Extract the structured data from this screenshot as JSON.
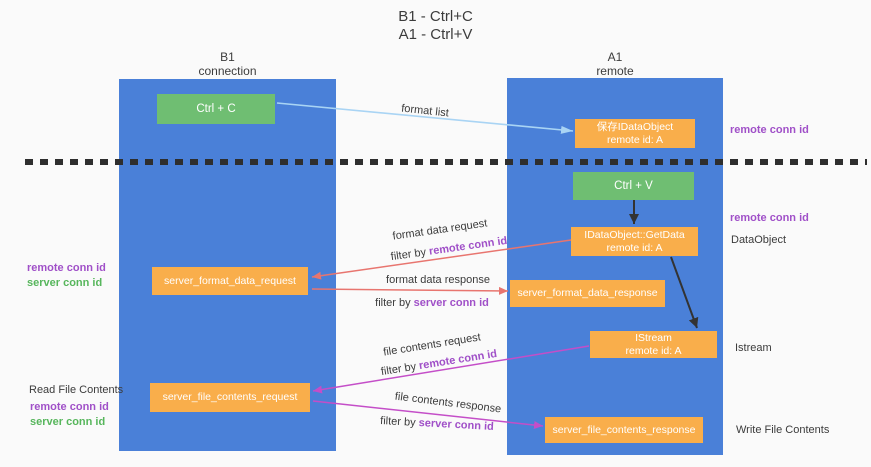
{
  "title": {
    "line1": "B1 - Ctrl+C",
    "line2": "A1 - Ctrl+V"
  },
  "lanes": {
    "left": {
      "title": "B1",
      "subtitle": "connection"
    },
    "right": {
      "title": "A1",
      "subtitle": "remote"
    }
  },
  "boxes": {
    "ctrl_c": {
      "label": "Ctrl + C"
    },
    "ctrl_v": {
      "label": "Ctrl + V"
    },
    "save_dataobject": {
      "line1": "保存IDataObject",
      "line2": "remote id: A"
    },
    "getdata": {
      "line1": "IDataObject::GetData",
      "line2": "remote id: A"
    },
    "istream": {
      "line1": "IStream",
      "line2": "remote id: A"
    },
    "server_format_data_request": {
      "label": "server_format_data_request"
    },
    "server_format_data_response": {
      "label": "server_format_data_response"
    },
    "server_file_contents_request": {
      "label": "server_file_contents_request"
    },
    "server_file_contents_response": {
      "label": "server_file_contents_response"
    }
  },
  "flows": {
    "format_list": {
      "label": "format list"
    },
    "format_request": {
      "label": "format data request",
      "filter_prefix": "filter by ",
      "filter_key": "remote conn id"
    },
    "format_response": {
      "label": "format data response",
      "filter_prefix": "filter by ",
      "filter_key": "server conn id"
    },
    "file_request": {
      "label": "file contents request",
      "filter_prefix": "filter by ",
      "filter_key": "remote conn id"
    },
    "file_response": {
      "label": "file contents response",
      "filter_prefix": "filter by ",
      "filter_key": "server conn id"
    }
  },
  "annotations": {
    "remote_conn_id_top": "remote conn id",
    "remote_conn_id_mid": "remote conn id",
    "dataobject": "DataObject",
    "istream": "Istream",
    "write_file_contents": "Write File Contents",
    "read_file_contents": "Read File Contents",
    "left_format": {
      "remote": "remote conn id",
      "server": "server conn id"
    },
    "left_file": {
      "remote": "remote conn id",
      "server": "server conn id"
    }
  },
  "colors": {
    "lane_blue": "#4a80d8",
    "green_box": "#6fbe72",
    "orange_box": "#f9ae4b",
    "purple_text": "#a050c8",
    "green_text": "#57b65c",
    "red_arrow": "#e8756f",
    "magenta_arrow": "#c44ec8",
    "blue_arrow": "#a9d4f4",
    "black_arrow": "#333333"
  }
}
